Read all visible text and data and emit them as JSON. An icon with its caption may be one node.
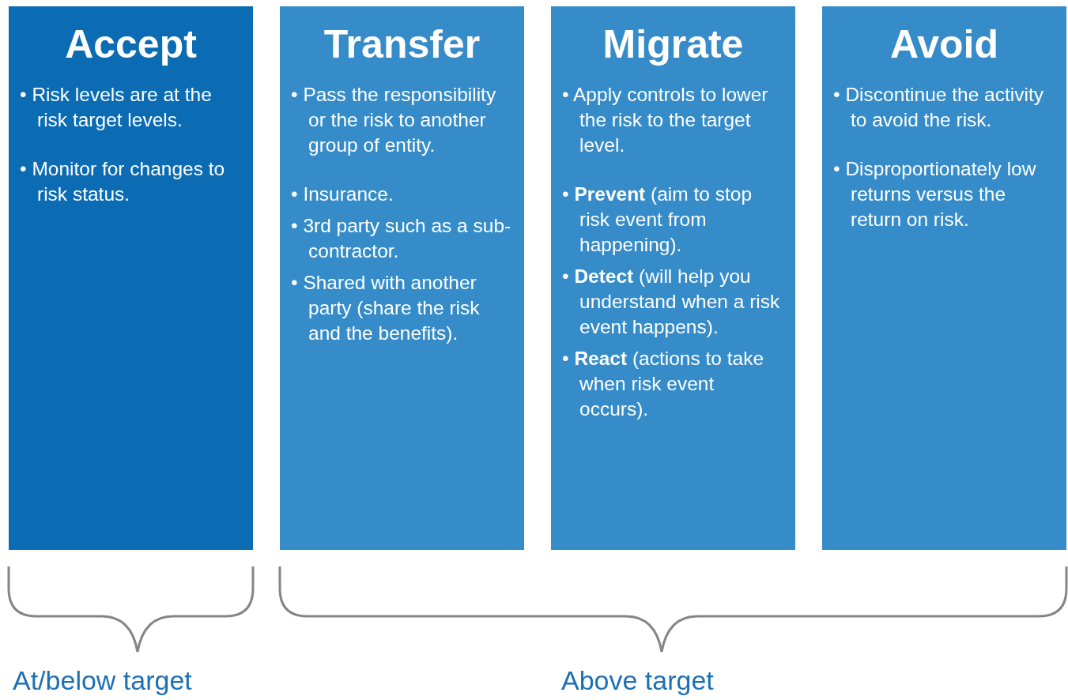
{
  "diagram": {
    "nodes": [
      {
        "text": [
          "Accept",
          "• Risk levels are at the risk target levels.",
          "• Monitor for changes to risk status."
        ]
      },
      {
        "text": [
          "Transfer",
          "• Pass the responsibility or the risk to another group of entity.",
          "• Insurance.",
          "• 3rd party such as a sub-contractor.",
          "• Shared with another party (share the risk and the benefits)."
        ]
      },
      {
        "text": [
          "Migrate",
          "• Apply controls to lower the risk to the target level.",
          "• **Prevent** (aim to stop risk event from happening).",
          "• **Detect** (will help you understand when a risk event happens).",
          "• **React** (actions to take when risk event occurs)."
        ]
      },
      {
        "text": [
          "Avoid",
          "• Discontinue the activity to avoid the risk.",
          "• Disproportionately low returns versus the return on risk."
        ]
      }
    ],
    "labels": [
      "At/below target",
      "Above target"
    ]
  }
}
